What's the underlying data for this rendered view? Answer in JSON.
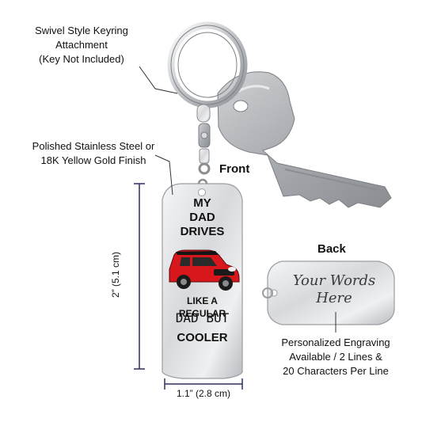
{
  "callouts": {
    "keyring": [
      "Swivel Style Keyring",
      "Attachment",
      "(Key Not Included)"
    ],
    "finish": [
      "Polished Stainless Steel or",
      "18K Yellow Gold Finish"
    ],
    "engraving": [
      "Personalized Engraving",
      "Available / 2 Lines &",
      "20 Characters Per Line"
    ]
  },
  "headings": {
    "front": "Front",
    "back": "Back"
  },
  "dimensions": {
    "height": "2” (5.1 cm)",
    "width": "1.1” (2.8 cm)"
  },
  "front_tag": {
    "line1": "MY",
    "line2": "DAD",
    "line3": "DRIVES",
    "line4": "LIKE A REGULAR",
    "line5": "DAD BUT",
    "line6": "COOLER"
  },
  "back_tag": {
    "line1": "Your Words",
    "line2": "Here"
  },
  "colors": {
    "car_red": "#d8171c",
    "steel": "#c9ccd0",
    "dimension_line": "#2d2f63"
  }
}
